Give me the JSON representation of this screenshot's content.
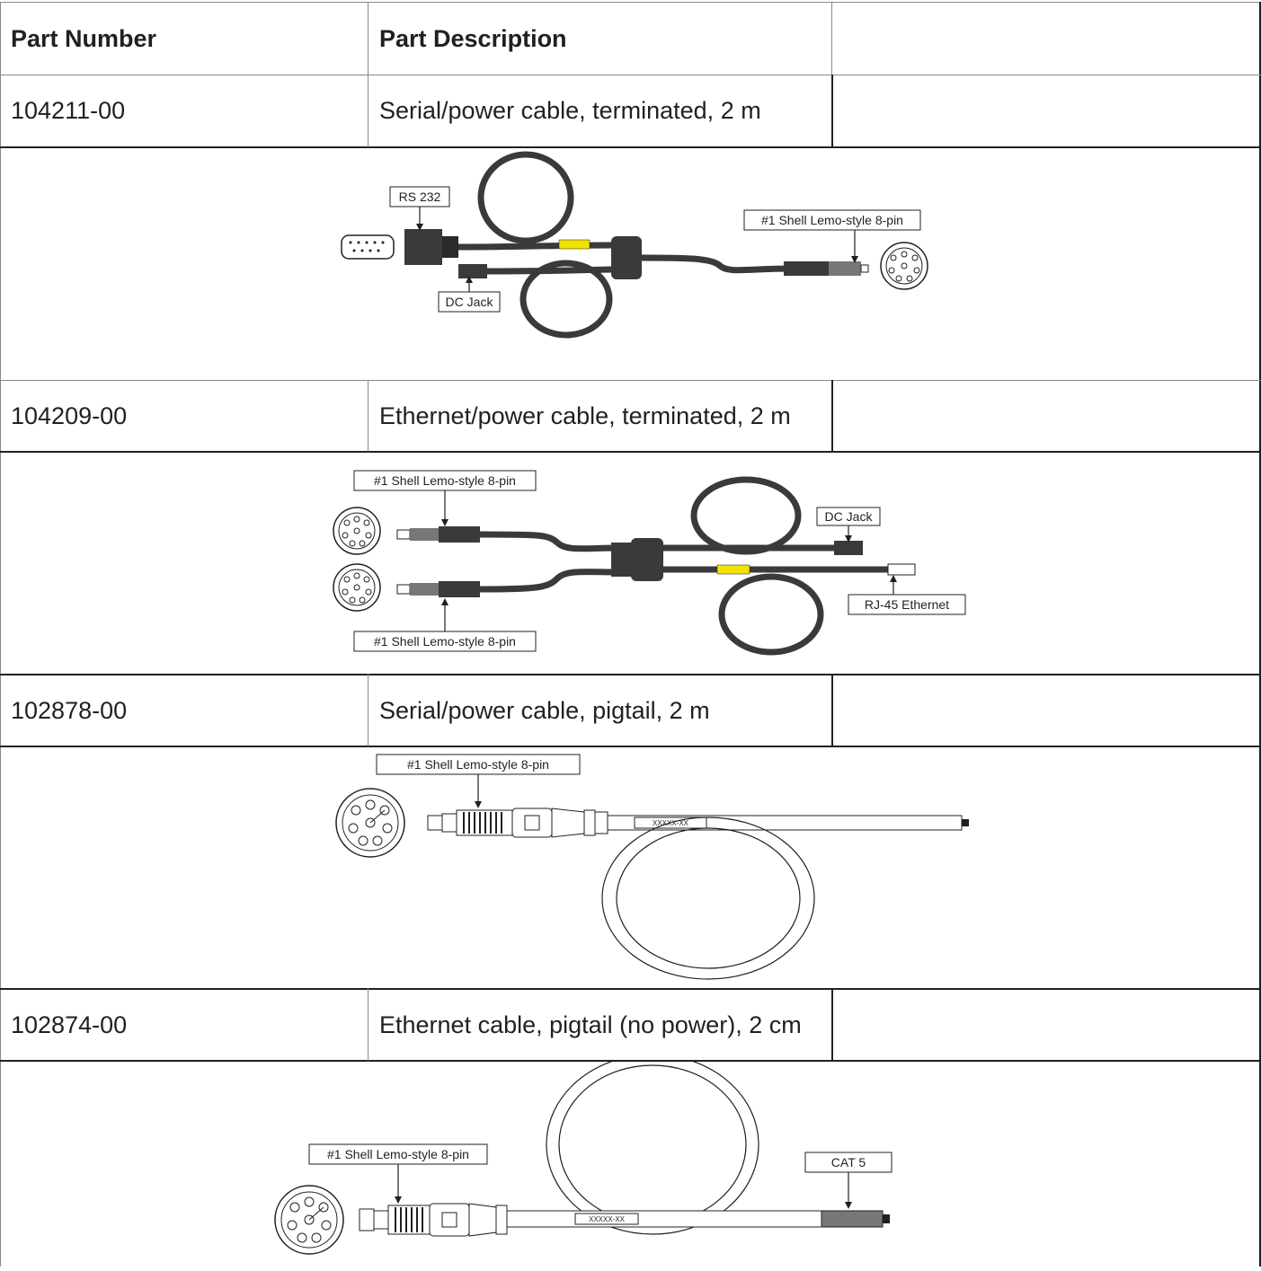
{
  "table": {
    "header": {
      "part_number": "Part Number",
      "part_description": "Part Description",
      "third": ""
    },
    "rows": [
      {
        "part_number": "104211-00",
        "part_description": "Serial/power cable, terminated, 2 m",
        "labels": {
          "rs232": "RS 232",
          "lemo": "#1 Shell Lemo-style 8-pin",
          "dc_jack": "DC Jack"
        }
      },
      {
        "part_number": "104209-00",
        "part_description": "Ethernet/power cable, terminated, 2 m",
        "labels": {
          "lemo_top": "#1 Shell Lemo-style 8-pin",
          "lemo_bottom": "#1 Shell Lemo-style 8-pin",
          "dc_jack": "DC Jack",
          "rj45": "RJ-45 Ethernet"
        }
      },
      {
        "part_number": "102878-00",
        "part_description": "Serial/power cable, pigtail, 2 m",
        "labels": {
          "lemo": "#1 Shell Lemo-style 8-pin",
          "marker": "XXXXX-XX"
        }
      },
      {
        "part_number": "102874-00",
        "part_description": "Ethernet cable, pigtail (no power), 2 cm",
        "labels": {
          "lemo": "#1 Shell Lemo-style 8-pin",
          "cat5": "CAT 5",
          "marker": "XXXXX-XX"
        }
      }
    ]
  }
}
